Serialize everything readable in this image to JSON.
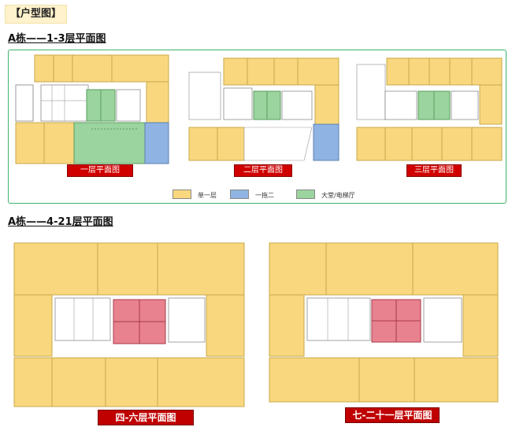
{
  "header": {
    "tag": "【户型图】"
  },
  "sections": [
    {
      "title": "A栋——1-3层平面图"
    },
    {
      "title": "A栋——4-21层平面图"
    }
  ],
  "floor_labels": {
    "f1": "一层平面图",
    "f2": "二层平面图",
    "f3": "三层平面图",
    "f4_6": "四-六层平面图",
    "f7_21": "七-二十一层平面图"
  },
  "legend": [
    {
      "label": "单一层",
      "color": "#f9d77e"
    },
    {
      "label": "一拖二",
      "color": "#8fb4e3"
    },
    {
      "label": "大堂/电梯厅",
      "color": "#9bd49e"
    }
  ],
  "colors": {
    "unit": "#f9d77e",
    "unit_border": "#c8a84a",
    "duplex": "#8fb4e3",
    "lobby": "#9bd49e",
    "core": "#e9828f",
    "panel_border": "#3db36b",
    "label_red": "#d00000"
  }
}
